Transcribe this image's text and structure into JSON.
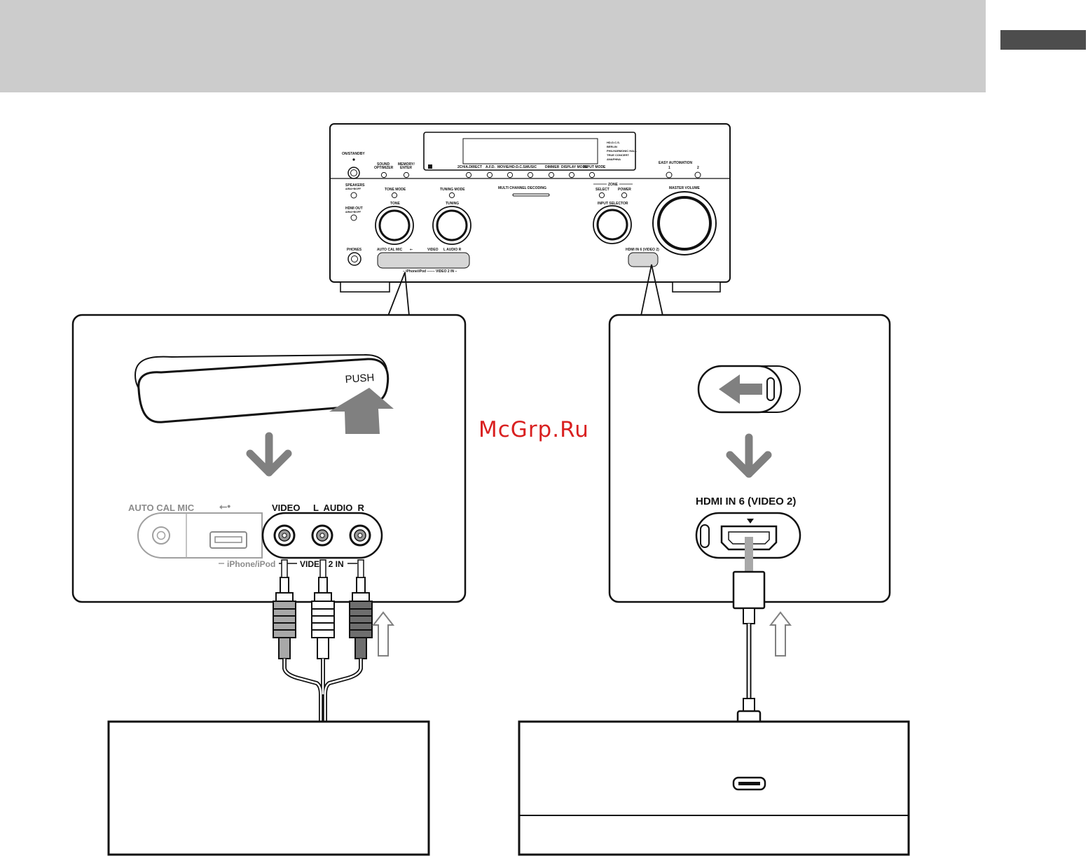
{
  "watermark": "McGrp.Ru",
  "receiver": {
    "on_standby": "ON/STANDBY",
    "sound_optimizer_1": "SOUND",
    "sound_optimizer_2": "OPTIMIZER",
    "memory_enter_1": "MEMORY/",
    "memory_enter_2": "ENTER",
    "display_buttons": [
      "2CH/A.DIRECT",
      "A.F.D.",
      "MOVIE/HD-D.C.S.",
      "MUSIC",
      "DIMMER",
      "DISPLAY MODE",
      "INPUT MODE"
    ],
    "sound_fields": [
      "HD-D.C.S.",
      "BERLIN",
      "PHILHARMONIC HALL",
      "TRUE CONCERT",
      "ANAPHNA"
    ],
    "easy_automation": "EASY AUTOMATION",
    "easy_1": "1",
    "easy_2": "2",
    "speakers": "SPEAKERS",
    "speakers_sub": "A/B/A+B/OFF",
    "hdmi_out": "HDMI OUT",
    "hdmi_out_sub": "A/B/A+B/OFF",
    "phones": "PHONES",
    "tone_mode": "TONE MODE",
    "tuning_mode": "TUNING MODE",
    "multi_channel": "MULTI CHANNEL DECODING",
    "zone": "ZONE",
    "select": "SELECT",
    "power": "POWER",
    "master_volume": "MASTER VOLUME",
    "tone": "TONE",
    "tuning": "TUNING",
    "input_selector": "INPUT SELECTOR",
    "auto_cal_mic_small": "AUTO CAL MIC",
    "video_small": "VIDEO",
    "l_audio_r_small": "L  AUDIO  R",
    "iphone_video2_small": "– iPhone/iPod –––– VIDEO 2 IN –",
    "hdmi_in6_small": "HDMI IN 6 (VIDEO 2)"
  },
  "left_panel": {
    "push": "PUSH",
    "auto_cal_mic": "AUTO CAL MIC",
    "video": "VIDEO",
    "l_audio_r": "L  AUDIO  R",
    "iphone_ipod": "iPhone/iPod",
    "video2_in": "VIDEO 2 IN"
  },
  "right_panel": {
    "hdmi_in6": "HDMI IN 6 (VIDEO 2)"
  }
}
